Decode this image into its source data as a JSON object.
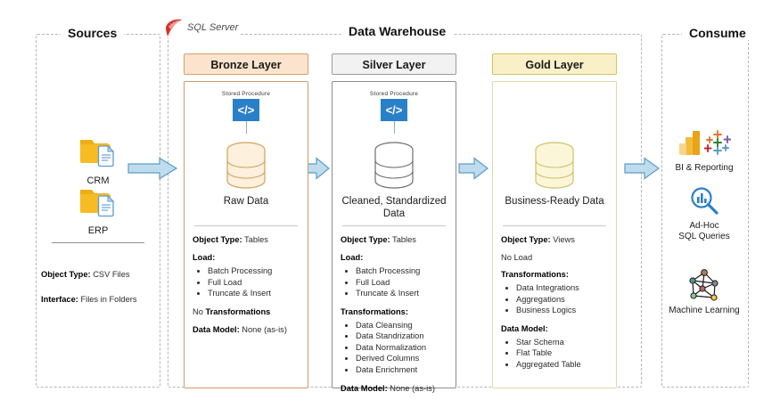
{
  "groups": {
    "sources": {
      "title": "Sources"
    },
    "warehouse": {
      "title": "Data Warehouse"
    },
    "consume": {
      "title": "Consume"
    }
  },
  "platform": {
    "label": "SQL Server",
    "icon": "sql-server-logo"
  },
  "sources": {
    "items": [
      {
        "label": "CRM",
        "icon": "folder-file-icon"
      },
      {
        "label": "ERP",
        "icon": "folder-file-icon"
      }
    ],
    "meta": [
      {
        "key": "Object Type:",
        "value": "CSV Files"
      },
      {
        "key": "Interface:",
        "value": "Files in Folders"
      }
    ]
  },
  "layers": [
    {
      "id": "bronze",
      "title": "Bronze Layer",
      "header_bg": "#fbe3cd",
      "header_border": "#d8a066",
      "body_border": "#cf9a6e",
      "has_stored_procedure": true,
      "stored_procedure_label": "Stored Procedure",
      "stored_procedure_glyph": "</>",
      "cylinder_fill": "#fdf0dd",
      "cylinder_stroke": "#d2a15f",
      "node_label": "Raw Data",
      "object_type_key": "Object Type:",
      "object_type_value": "Tables",
      "load_title": "Load:",
      "load_items": [
        "Batch Processing",
        "Full Load",
        "Truncate & Insert"
      ],
      "transform_title": "No Transformations",
      "transform_title_prefix": "No ",
      "transform_title_bold": "Transformations",
      "transform_items": [],
      "data_model_key": "Data Model:",
      "data_model_value": "None (as-is)",
      "data_model_items": []
    },
    {
      "id": "silver",
      "title": "Silver Layer",
      "header_bg": "#f2f2f2",
      "header_border": "#9b9b9b",
      "body_border": "#8c8c8c",
      "has_stored_procedure": true,
      "stored_procedure_label": "Stored Procedure",
      "stored_procedure_glyph": "</>",
      "cylinder_fill": "#ffffff",
      "cylinder_stroke": "#6e6e6e",
      "node_label": "Cleaned, Standardized Data",
      "object_type_key": "Object Type:",
      "object_type_value": "Tables",
      "load_title": "Load:",
      "load_items": [
        "Batch Processing",
        "Full Load",
        "Truncate & Insert"
      ],
      "transform_title": "Transformations:",
      "transform_items": [
        "Data Cleansing",
        "Data Standrization",
        "Data Normalization",
        "Derived Columns",
        "Data Enrichment"
      ],
      "data_model_key": "Data Model:",
      "data_model_value": "None (as-is)",
      "data_model_items": []
    },
    {
      "id": "gold",
      "title": "Gold Layer",
      "header_bg": "#faf0c8",
      "header_border": "#d6c263",
      "body_border": "#ded9a8",
      "has_stored_procedure": false,
      "stored_procedure_label": "",
      "stored_procedure_glyph": "",
      "cylinder_fill": "#fcf6d8",
      "cylinder_stroke": "#cfc069",
      "node_label": "Business-Ready Data",
      "object_type_key": "Object Type:",
      "object_type_value": "Views",
      "load_title": "No Load",
      "load_items": [],
      "transform_title": "Transformations:",
      "transform_items": [
        "Data Integrations",
        "Aggregations",
        "Business Logics"
      ],
      "data_model_key": "Data Model:",
      "data_model_value": "",
      "data_model_items": [
        "Star Schema",
        "Flat Table",
        "Aggregated Table"
      ]
    }
  ],
  "consume": {
    "items": [
      {
        "label": "BI & Reporting",
        "icon": "power-bi-and-tableau-icon"
      },
      {
        "label": "Ad-Hoc\nSQL Queries",
        "label_line1": "Ad-Hoc",
        "label_line2": "SQL Queries",
        "icon": "magnifier-chart-icon"
      },
      {
        "label": "Machine Learning",
        "icon": "network-graph-icon"
      }
    ]
  },
  "arrows": {
    "count": 4,
    "fill": "#bfdcee",
    "stroke": "#5b9dc4"
  }
}
